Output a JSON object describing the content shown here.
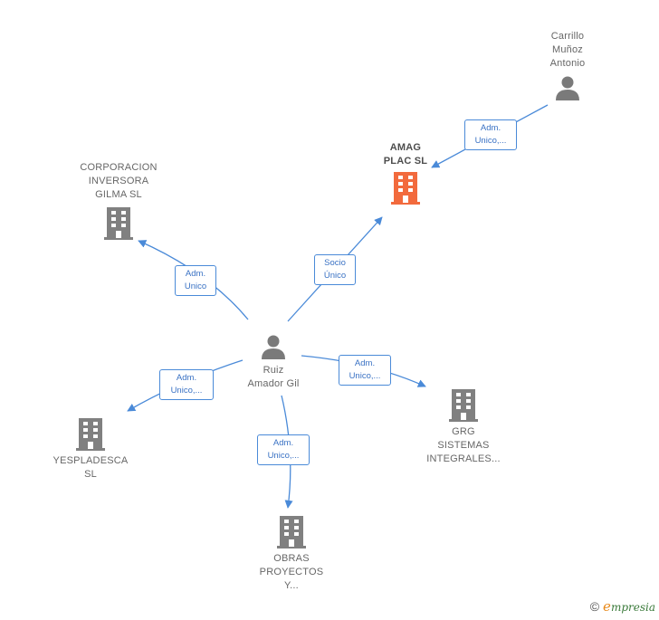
{
  "colors": {
    "edge": "#4a8ad8",
    "building": "#808080",
    "main_building": "#f26a3d",
    "person": "#7a7a7a"
  },
  "nodes": {
    "carrillo": {
      "lines": [
        "Carrillo",
        "Muñoz",
        "Antonio"
      ],
      "icon": "person-icon"
    },
    "amag": {
      "lines": [
        "AMAG",
        "PLAC  SL"
      ],
      "icon": "building-icon"
    },
    "corporacion": {
      "lines": [
        "CORPORACION",
        "INVERSORA",
        "GILMA SL"
      ],
      "icon": "building-icon"
    },
    "ruiz": {
      "lines": [
        "Ruiz",
        "Amador Gil"
      ],
      "icon": "person-icon"
    },
    "yespladesca": {
      "lines": [
        "YESPLADESCA",
        "SL"
      ],
      "icon": "building-icon"
    },
    "grg": {
      "lines": [
        "GRG",
        "SISTEMAS",
        "INTEGRALES..."
      ],
      "icon": "building-icon"
    },
    "obras": {
      "lines": [
        "OBRAS",
        "PROYECTOS",
        "Y..."
      ],
      "icon": "building-icon"
    }
  },
  "edges": {
    "carrillo_amag": [
      "Adm.",
      "Unico,..."
    ],
    "ruiz_amag": [
      "Socio",
      "Único"
    ],
    "ruiz_corporacion": [
      "Adm.",
      "Unico"
    ],
    "ruiz_yespladesca": [
      "Adm.",
      "Unico,..."
    ],
    "ruiz_grg": [
      "Adm.",
      "Unico,..."
    ],
    "ruiz_obras": [
      "Adm.",
      "Unico,..."
    ]
  },
  "footer": {
    "copyright": "©",
    "brand_initial": "e",
    "brand_rest": "mpresia"
  }
}
